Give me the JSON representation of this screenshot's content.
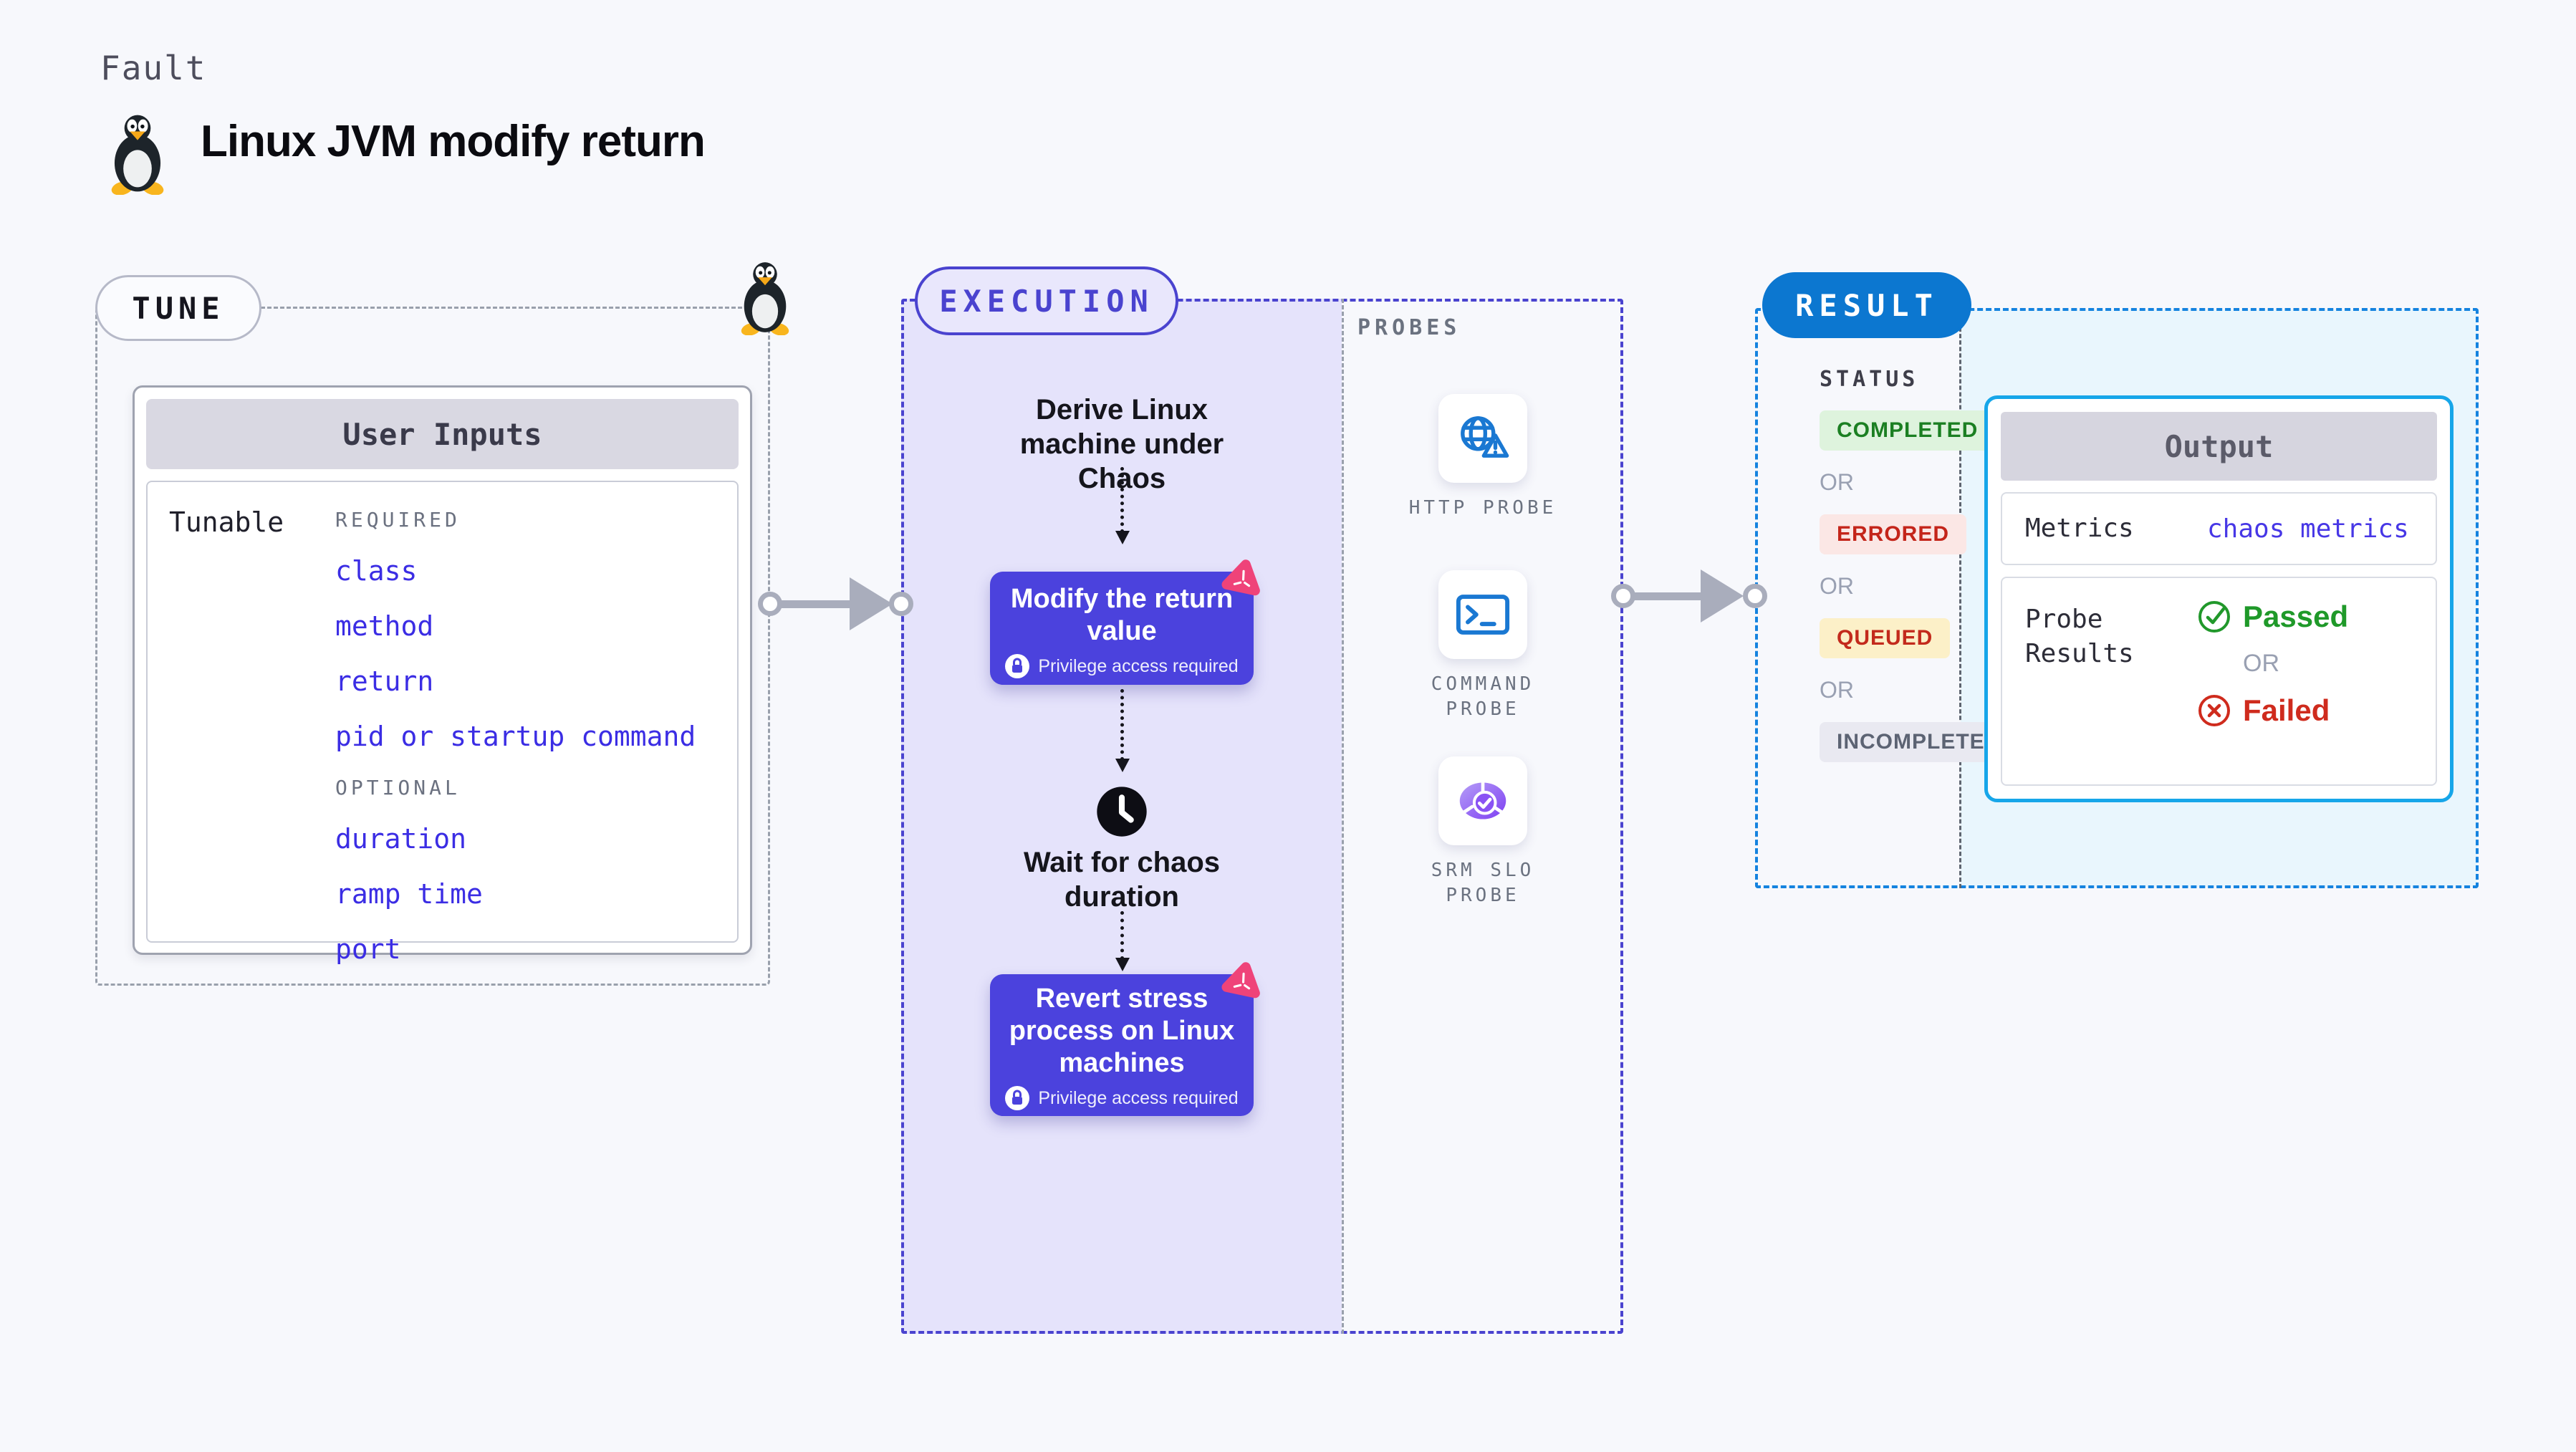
{
  "header": {
    "eyebrow": "Fault",
    "title": "Linux JVM modify return"
  },
  "tune": {
    "badge": "TUNE",
    "card": {
      "title": "User Inputs",
      "row_label": "Tunable",
      "required_label": "REQUIRED",
      "required_items": [
        "class",
        "method",
        "return",
        "pid or startup command"
      ],
      "optional_label": "OPTIONAL",
      "optional_items": [
        "duration",
        "ramp time",
        "port"
      ]
    }
  },
  "execution": {
    "badge": "EXECUTION",
    "steps": {
      "derive": "Derive Linux machine under Chaos",
      "modify": "Modify the return value",
      "wait": "Wait for chaos duration",
      "revert": "Revert stress process on Linux machines"
    },
    "privilege_note": "Privilege access required"
  },
  "probes": {
    "label": "PROBES",
    "items": [
      {
        "label": "HTTP PROBE",
        "icon": "globe-alert-icon"
      },
      {
        "label": "COMMAND PROBE",
        "icon": "terminal-icon"
      },
      {
        "label": "SRM SLO PROBE",
        "icon": "slo-donut-icon"
      }
    ]
  },
  "result": {
    "badge": "RESULT",
    "status_label": "STATUS",
    "or_label": "OR",
    "statuses": [
      {
        "label": "COMPLETED",
        "type": "success"
      },
      {
        "label": "ERRORED",
        "type": "error"
      },
      {
        "label": "QUEUED",
        "type": "warning"
      },
      {
        "label": "INCOMPLETED",
        "type": "neutral"
      }
    ],
    "output": {
      "title": "Output",
      "metrics_label": "Metrics",
      "metrics_value": "chaos metrics",
      "probe_results_label": "Probe Results",
      "passed_label": "Passed",
      "failed_label": "Failed"
    }
  },
  "colors": {
    "accent_indigo": "#4a43cf",
    "chaos_card": "#4b42dd",
    "result_blue": "#0c77d0",
    "output_border_cyan": "#16a6e9",
    "execution_bg": "#e5e3fb",
    "result_bg": "#e9f6fd",
    "success_green": "#1b7f22",
    "error_red": "#c4251a",
    "link_blue": "#3b2de4",
    "chaos_pink": "#ef4379",
    "probe_icon_blue": "#1a78d2"
  }
}
